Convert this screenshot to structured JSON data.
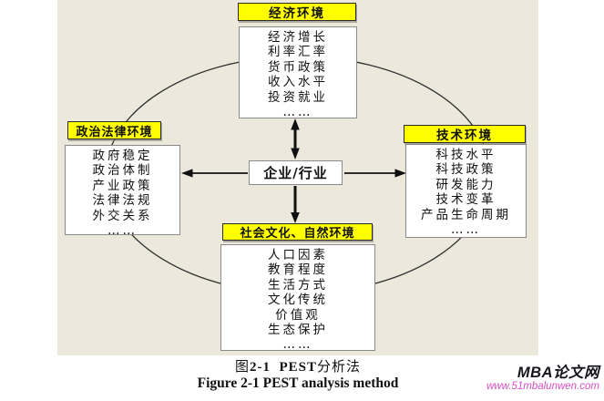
{
  "figure": {
    "center_label": "企业/行业",
    "nodes": {
      "economic": {
        "title": "经济环境",
        "items": [
          "经济增长",
          "利率汇率",
          "货币政策",
          "收入水平",
          "投资就业",
          "……"
        ]
      },
      "political_legal": {
        "title": "政治法律环境",
        "items": [
          "政府稳定",
          "政治体制",
          "产业政策",
          "法律法规",
          "外交关系",
          "……"
        ]
      },
      "technological": {
        "title": "技术环境",
        "items": [
          "科技水平",
          "科技政策",
          "研发能力",
          "技术变革",
          "产品生命周期",
          "……"
        ]
      },
      "social_natural": {
        "title": "社会文化、自然环境",
        "items": [
          "人口因素",
          "教育程度",
          "生活方式",
          "文化传统",
          "价值观",
          "生态保护",
          "……"
        ]
      }
    }
  },
  "caption": {
    "zh_prefix": "图",
    "zh_bold": "2-1  PEST",
    "zh_suffix": "分析法",
    "en": "Figure 2-1  PEST analysis method"
  },
  "watermark": {
    "site": "MBA论文网",
    "url": "www.51mbalunwen.com"
  },
  "colors": {
    "diagram_bg": "#ECE9DC",
    "header_bg": "#FFFF00",
    "panel_border": "#8A8A8A",
    "watermark_url": "#D44FC4"
  }
}
